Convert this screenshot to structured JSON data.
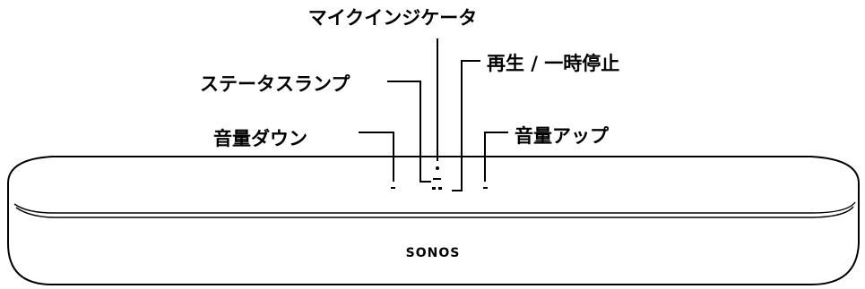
{
  "labels": {
    "mic_indicator": "マイクインジケータ",
    "status_light": "ステータスランプ",
    "play_pause": "再生 / 一時停止",
    "volume_down": "音量ダウン",
    "volume_up": "音量アップ"
  },
  "device": {
    "brand": "SONOS"
  }
}
